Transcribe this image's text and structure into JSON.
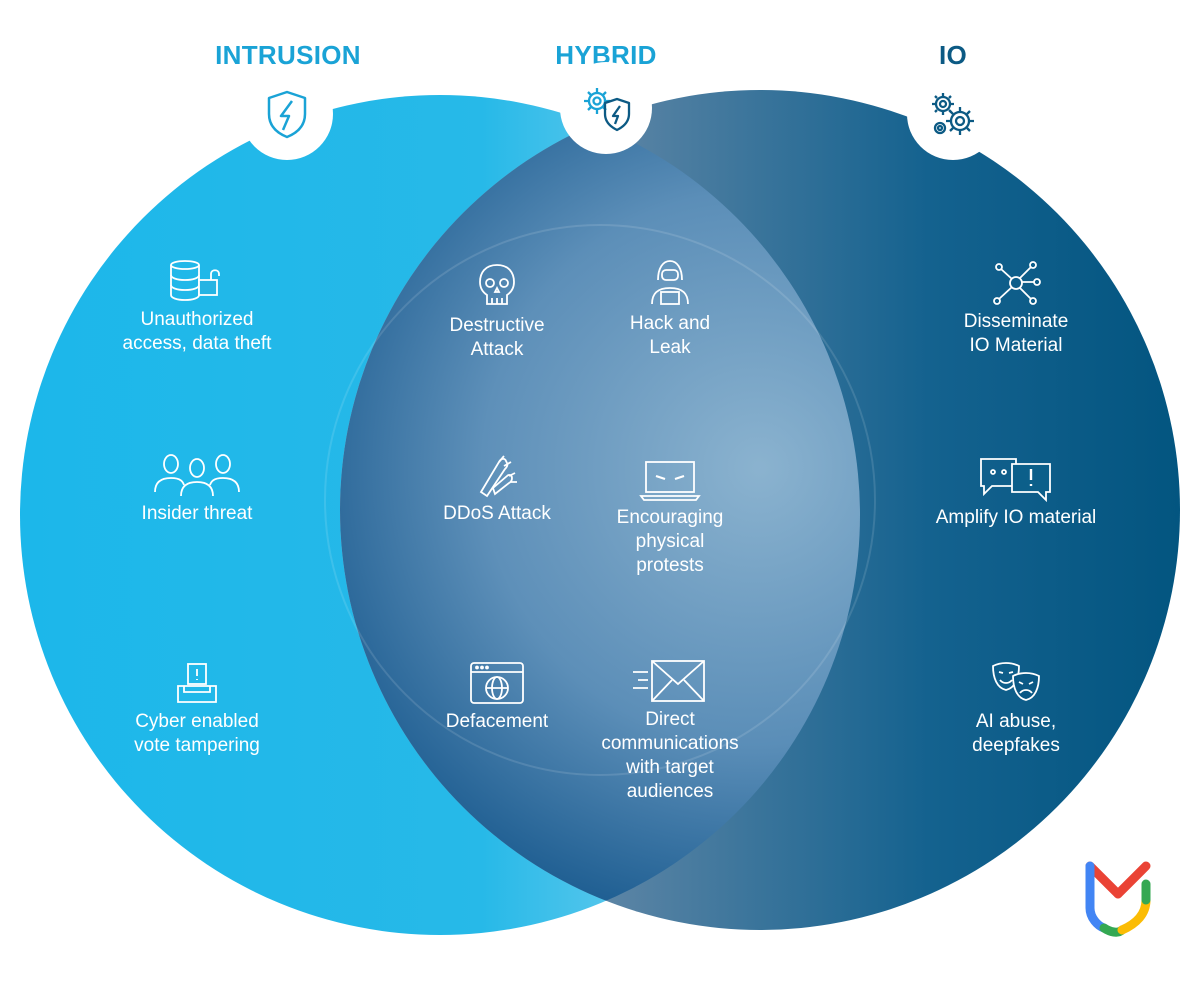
{
  "headers": {
    "intrusion": "INTRUSION",
    "hybrid": "HYBRID",
    "io": "IO"
  },
  "colors": {
    "intrusion_blue": "#1fb4e6",
    "hybrid_navy": "#0b4f86",
    "io_navy": "#045a82",
    "header_light": "#1aa3d6",
    "header_dark": "#0c5a84",
    "text": "#ffffff",
    "logo_red": "#ea4335",
    "logo_yellow": "#fbbc05",
    "logo_green": "#34a853",
    "logo_blue": "#4285f4"
  },
  "badges": {
    "intrusion": "shield-lightning-icon",
    "hybrid": "gear-shield-icon",
    "io": "gears-icon"
  },
  "intrusion_items": [
    {
      "icon": "database-lock-icon",
      "label": "Unauthorized\naccess, data theft"
    },
    {
      "icon": "people-group-icon",
      "label": "Insider threat"
    },
    {
      "icon": "ballot-box-icon",
      "label": "Cyber enabled\nvote tampering"
    }
  ],
  "hybrid_items": [
    {
      "icon": "skull-icon",
      "label": "Destructive\nAttack"
    },
    {
      "icon": "hacker-icon",
      "label": "Hack and\nLeak"
    },
    {
      "icon": "rockets-icon",
      "label": "DDoS Attack"
    },
    {
      "icon": "laptop-angry-eyes-icon",
      "label": "Encouraging\nphysical\nprotests"
    },
    {
      "icon": "browser-globe-icon",
      "label": "Defacement"
    },
    {
      "icon": "envelope-icon",
      "label": "Direct\ncommunications\nwith target\naudiences"
    }
  ],
  "io_items": [
    {
      "icon": "network-nodes-icon",
      "label": "Disseminate\nIO Material"
    },
    {
      "icon": "speech-bubbles-icon",
      "label": "Amplify IO material"
    },
    {
      "icon": "theater-masks-icon",
      "label": "AI abuse,\ndeepfakes"
    }
  ]
}
